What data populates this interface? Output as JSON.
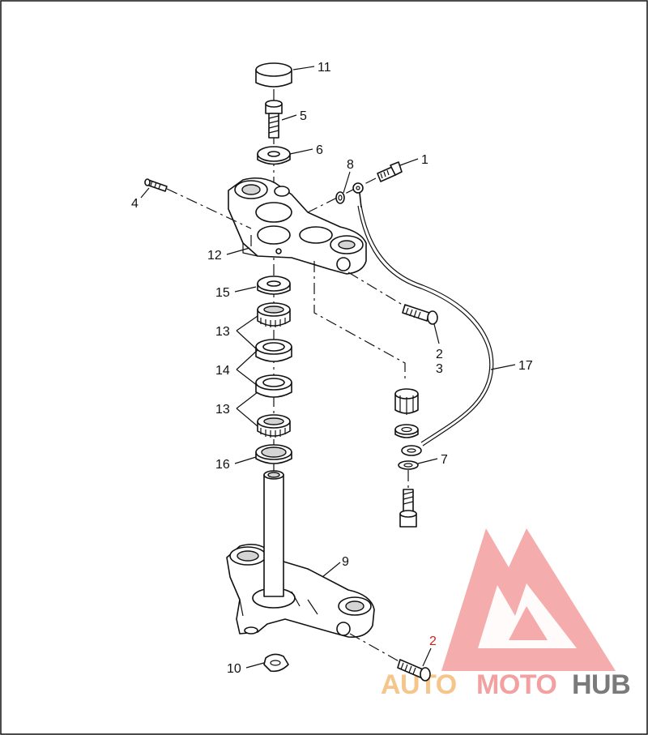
{
  "callouts": {
    "c1": "1",
    "c2_upper": "2",
    "c3": "3",
    "c4": "4",
    "c5": "5",
    "c6": "6",
    "c7": "7",
    "c8": "8",
    "c9": "9",
    "c10": "10",
    "c11": "11",
    "c12": "12",
    "c13_upper": "13",
    "c13_lower": "13",
    "c14": "14",
    "c15": "15",
    "c16": "16",
    "c17": "17",
    "c2_lower": "2"
  },
  "watermark": {
    "part1": "AUTO",
    "part2": "MOTO",
    "part3": "HUB",
    "colors": {
      "auto": "#f5c58a",
      "moto": "#f2a0a0",
      "hub": "#7a7a7a",
      "logo": "#f08080"
    }
  }
}
